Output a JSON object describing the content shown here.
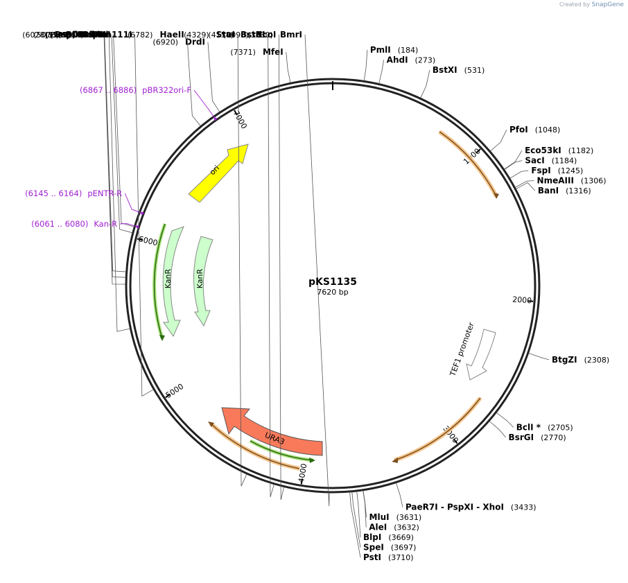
{
  "brand": {
    "created_by": "Created by",
    "app": "SnapGene"
  },
  "plasmid": {
    "name": "pKS1135",
    "length_text": "7620 bp",
    "length": 7620
  },
  "ticks": [
    {
      "pos": 1000,
      "label": "1000"
    },
    {
      "pos": 2000,
      "label": "2000"
    },
    {
      "pos": 3000,
      "label": "3000"
    },
    {
      "pos": 4000,
      "label": "4000"
    },
    {
      "pos": 5000,
      "label": "5000"
    },
    {
      "pos": 6000,
      "label": "6000"
    },
    {
      "pos": 7000,
      "label": "7000"
    }
  ],
  "enzymes": [
    {
      "name": "PmlI",
      "pos_text": "(184)",
      "pos": 184,
      "side": "right"
    },
    {
      "name": "AhdI",
      "pos_text": "(273)",
      "pos": 273,
      "side": "right"
    },
    {
      "name": "BstXI",
      "pos_text": "(531)",
      "pos": 531,
      "side": "right"
    },
    {
      "name": "PfoI",
      "pos_text": "(1048)",
      "pos": 1048,
      "side": "right"
    },
    {
      "name": "Eco53kI",
      "pos_text": "(1182)",
      "pos": 1182,
      "side": "right"
    },
    {
      "name": "SacI",
      "pos_text": "(1184)",
      "pos": 1184,
      "side": "right"
    },
    {
      "name": "FspI",
      "pos_text": "(1245)",
      "pos": 1245,
      "side": "right"
    },
    {
      "name": "NmeAIII",
      "pos_text": "(1306)",
      "pos": 1306,
      "side": "right"
    },
    {
      "name": "BanI",
      "pos_text": "(1316)",
      "pos": 1316,
      "side": "right"
    },
    {
      "name": "BtgZI",
      "pos_text": "(2308)",
      "pos": 2308,
      "side": "right"
    },
    {
      "name": "BclI *",
      "pos_text": "(2705)",
      "pos": 2705,
      "side": "right"
    },
    {
      "name": "BsrGI",
      "pos_text": "(2770)",
      "pos": 2770,
      "side": "right"
    },
    {
      "name": "PaeR7I  -  PspXI  -  XhoI",
      "pos_text": "(3433)",
      "pos": 3433,
      "side": "right"
    },
    {
      "name": "MluI",
      "pos_text": "(3631)",
      "pos": 3631,
      "side": "right"
    },
    {
      "name": "AleI",
      "pos_text": "(3632)",
      "pos": 3632,
      "side": "right"
    },
    {
      "name": "BlpI",
      "pos_text": "(3669)",
      "pos": 3669,
      "side": "right"
    },
    {
      "name": "SpeI",
      "pos_text": "(3697)",
      "pos": 3697,
      "side": "right"
    },
    {
      "name": "PstI",
      "pos_text": "(3710)",
      "pos": 3710,
      "side": "right"
    },
    {
      "name": "BmrI",
      "pos_text": "(3830)",
      "pos": 3830,
      "side": "left"
    },
    {
      "name": "NcoI",
      "pos_text": "(4098)",
      "pos": 4098,
      "side": "left"
    },
    {
      "name": "BstBI",
      "pos_text": "(4158)",
      "pos": 4158,
      "side": "left"
    },
    {
      "name": "StuI",
      "pos_text": "(4329)",
      "pos": 4329,
      "side": "left"
    },
    {
      "name": "PflFI  -  Tth111I",
      "pos_text": "(5078)",
      "pos": 5078,
      "side": "left"
    },
    {
      "name": "PflMI",
      "pos_text": "(5461)",
      "pos": 5461,
      "side": "left"
    },
    {
      "name": "AsiSI",
      "pos_text": "(5723)",
      "pos": 5723,
      "side": "left"
    },
    {
      "name": "BsrFI",
      "pos_text": "(5763)",
      "pos": 5763,
      "side": "left"
    },
    {
      "name": "SspI",
      "pos_text": "(5796)",
      "pos": 5796,
      "side": "left"
    },
    {
      "name": "BspDI  -  ClaI",
      "pos_text": "(6028)",
      "pos": 6028,
      "side": "left"
    },
    {
      "name": "NruI",
      "pos_text": "(6064)",
      "pos": 6064,
      "side": "left"
    },
    {
      "name": "HaeII",
      "pos_text": "(6782)",
      "pos": 6782,
      "side": "left"
    },
    {
      "name": "DrdI",
      "pos_text": "(6920)",
      "pos": 6920,
      "side": "left"
    },
    {
      "name": "MfeI",
      "pos_text": "(7371)",
      "pos": 7371,
      "side": "left"
    }
  ],
  "primers": [
    {
      "range_text": "(6867 .. 6886)",
      "name": "pBR322ori-F",
      "pos": 6876
    },
    {
      "range_text": "(6145 .. 6164)",
      "name": "pENTR-R",
      "pos": 6155
    },
    {
      "range_text": "(6061 .. 6080)",
      "name": "Kan-R",
      "pos": 6070
    }
  ],
  "features": [
    {
      "id": "ori",
      "label": "ori",
      "color": "#ffff00",
      "stroke": "#888888"
    },
    {
      "id": "kanr1",
      "label": "KanR",
      "color": "#ccffcc",
      "stroke": "#888888"
    },
    {
      "id": "kanr2",
      "label": "KanR",
      "color": "#ccffcc",
      "stroke": "#888888"
    },
    {
      "id": "tef1",
      "label": "TEF1 promoter",
      "color": "#ffffff",
      "stroke": "#888888"
    },
    {
      "id": "ura3",
      "label": "URA3",
      "color": "#f97a5a",
      "stroke": "#555555"
    }
  ],
  "colors": {
    "primer": "#a020d0",
    "orf": "#f0c080",
    "green_orf": "#55aa33"
  }
}
